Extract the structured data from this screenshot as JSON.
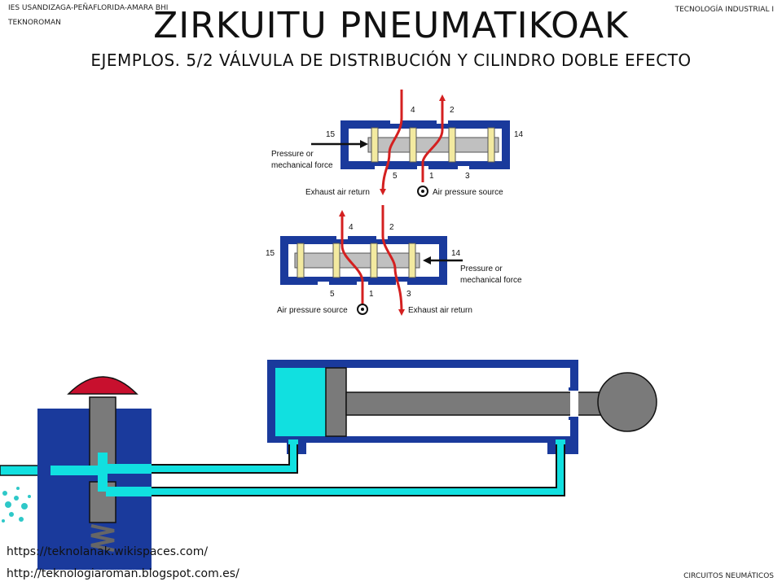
{
  "header": {
    "school": "IES USANDIZAGA-PEÑAFLORIDA-AMARA BHI",
    "teknoroman": "TEKNOROMAN",
    "subject": "TECNOLOGÍA INDUSTRIAL I",
    "title": "ZIRKUITU PNEUMATIKOAK",
    "subtitle": "EJEMPLOS. 5/2 VÁLVULA DE DISTRIBUCIÓN Y CILINDRO DOBLE EFECTO"
  },
  "valve_top": {
    "port_4": "4",
    "port_2": "2",
    "port_15": "15",
    "port_14": "14",
    "port_5": "5",
    "port_1": "1",
    "port_3": "3",
    "force_line1": "Pressure or",
    "force_line2": "mechanical force",
    "exhaust_label": "Exhaust air return",
    "source_label": "Air pressure source"
  },
  "valve_bottom": {
    "port_4": "4",
    "port_2": "2",
    "port_15": "15",
    "port_14": "14",
    "port_5": "5",
    "port_1": "1",
    "port_3": "3",
    "force_line1": "Pressure or",
    "force_line2": "mechanical force",
    "exhaust_label": "Exhaust air return",
    "source_label": "Air pressure source"
  },
  "footer": {
    "url1": "https://teknolanak.wikispaces.com/",
    "url2": "http://teknologiaroman.blogspot.com.es/",
    "section": "CIRCUITOS NEUMÁTICOS"
  },
  "colors": {
    "valve_body": "#1a3a9c",
    "valve_spool": "#c0c0c0",
    "spool_land": "#f3eaa0",
    "air_path": "#d42020",
    "cylinder_air": "#11e0e0",
    "piston": "#7a7a7a",
    "push_button": "#c8102e"
  }
}
